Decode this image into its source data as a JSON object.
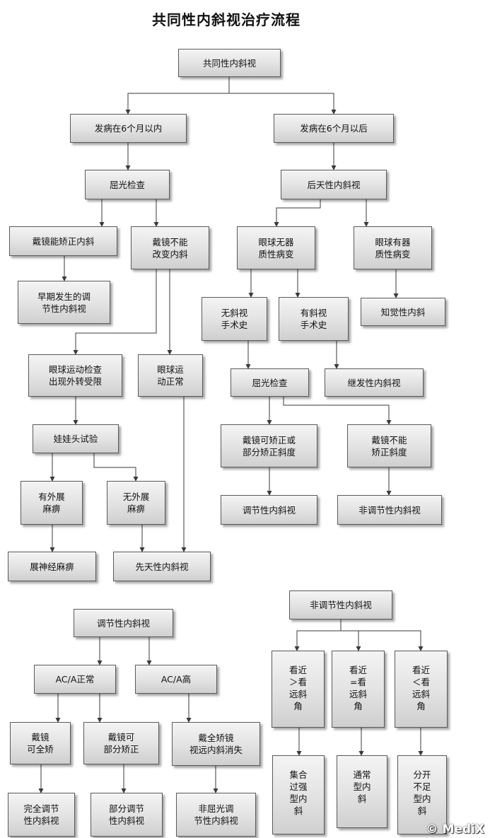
{
  "title": "共同性内斜视治疗流程",
  "watermark": "© MediX",
  "nodes": {
    "n1": "共同性内斜视",
    "n2": "发病在6个月以内",
    "n3": "发病在6个月以后",
    "n4": "屈光检查",
    "n5": "后天性内斜视",
    "n6": "戴镜能矫正内斜",
    "n7": "戴镜不能\n改变内斜",
    "n8": "早期发生的调\n节性内斜视",
    "n9": "眼球无器\n质性病变",
    "n10": "眼球有器\n质性病变",
    "n11": "无斜视\n手术史",
    "n12": "有斜视\n手术史",
    "n13": "知觉性内斜",
    "n14": "眼球运动检查\n出现外转受限",
    "n15": "眼球运\n动正常",
    "n16": "屈光检查",
    "n17": "继发性内斜视",
    "n18": "娃娃头试验",
    "n19": "戴镜可矫正或\n部分矫正斜度",
    "n20": "戴镜不能\n矫正斜度",
    "n21": "有外展\n麻痹",
    "n22": "无外展\n麻痹",
    "n23": "调节性内斜视",
    "n24": "非调节性内斜视",
    "n25": "展神经麻痹",
    "n26": "先天性内斜视",
    "b1": "非调节性内斜视",
    "b2": "调节性内斜视",
    "b3": "AC/A正常",
    "b4": "AC/A高",
    "b5": "看近\n＞看\n远斜\n角",
    "b6": "看近\n=看\n远斜\n角",
    "b7": "看近\n＜看\n远斜\n角",
    "b8": "戴镜\n可全矫",
    "b9": "戴镜可\n部分矫正",
    "b10": "戴全矫镜\n视远内斜消失",
    "b11": "集合\n过强\n型内\n斜",
    "b12": "通常\n型内\n斜",
    "b13": "分开\n不足\n型内\n斜",
    "b14": "完全调节\n性内斜视",
    "b15": "部分调节\n性内斜视",
    "b16": "非屈光调\n节性内斜视"
  }
}
